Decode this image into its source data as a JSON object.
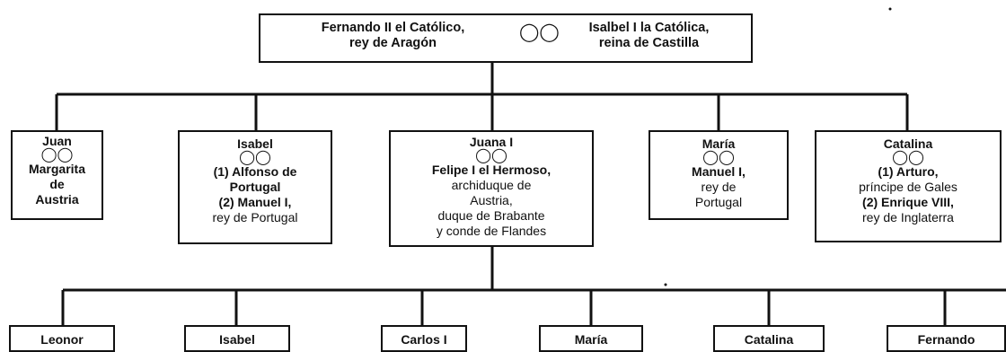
{
  "root": {
    "left": [
      "Fernando II el Católico,",
      "rey de Aragón"
    ],
    "right": [
      "Isalbel I la Católica,",
      "reina de Castilla"
    ],
    "ring": "◯◯"
  },
  "children": [
    {
      "name": "Juan",
      "ring": "◯◯",
      "spouse": [
        "Margarita",
        "de",
        "Austria"
      ]
    },
    {
      "name": "Isabel",
      "ring": "◯◯",
      "spouse": [
        "(1)  Alfonso de",
        "Portugal",
        "(2) Manuel I,",
        "rey de Portugal"
      ]
    },
    {
      "name": "Juana I",
      "ring": "◯◯",
      "spouse": [
        "Felipe I el Hermoso,",
        "archiduque de",
        "Austria,",
        "duque de Brabante",
        "y conde de Flandes"
      ]
    },
    {
      "name": "María",
      "ring": "◯◯",
      "spouse": [
        "Manuel I,",
        "rey de",
        "Portugal"
      ]
    },
    {
      "name": "Catalina",
      "ring": "◯◯",
      "spouse": [
        "(1) Arturo,",
        "príncipe de Gales",
        "(2) Enrique VIII,",
        "rey de Inglaterra"
      ]
    }
  ],
  "grandchildren": [
    "Leonor",
    "Isabel",
    "Carlos I",
    "María",
    "Catalina",
    "Fernando"
  ]
}
